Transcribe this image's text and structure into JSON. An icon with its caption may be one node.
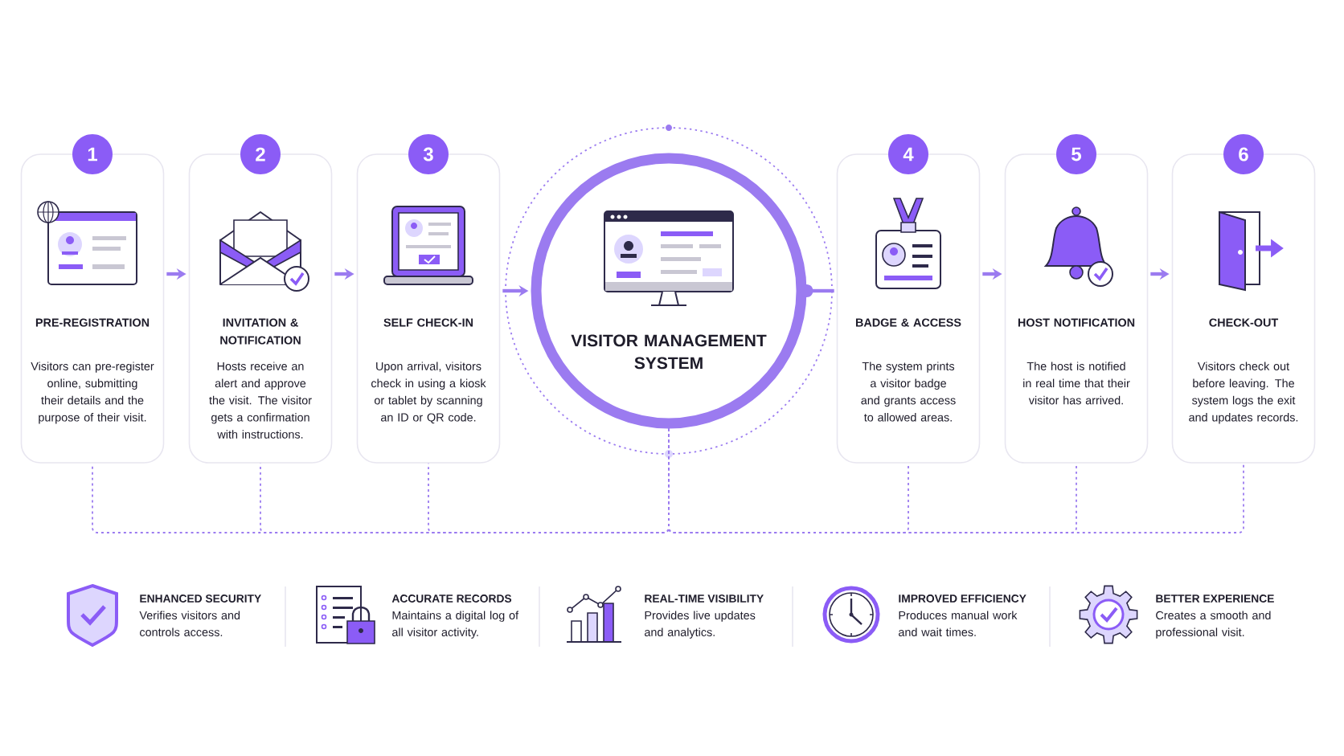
{
  "diagram": {
    "nodes": [
      {
        "text": [
          "1",
          "PRE-REGISTRATION",
          "Visitors can pre-register online, submitting their details and the purpose of their visit."
        ]
      },
      {
        "text": [
          "2",
          "INVITATION & NOTIFICATION",
          "Hosts receive an alert and approve the visit. The visitor gets a confirmation with instructions."
        ]
      },
      {
        "text": [
          "3",
          "SELF CHECK-IN",
          "Upon arrival, visitors check in using a kiosk or tablet by scanning an ID or QR code."
        ]
      },
      {
        "text": [
          "VISITOR MANAGEMENT SYSTEM"
        ]
      },
      {
        "text": [
          "4",
          "BADGE & ACCESS",
          "The system prints a visitor badge and grants access to allowed areas."
        ]
      },
      {
        "text": [
          "5",
          "HOST NOTIFICATION",
          "The host is notified in real time that their visitor has arrived."
        ]
      },
      {
        "text": [
          "6",
          "CHECK-OUT",
          "Visitors check out before leaving. The system logs the exit and updates records."
        ]
      }
    ],
    "edges": [
      {
        "from": 0,
        "to": 1,
        "arrow": "to",
        "style": "thick"
      },
      {
        "from": 1,
        "to": 2,
        "arrow": "to",
        "style": "thick"
      },
      {
        "from": 2,
        "to": 3,
        "arrow": "to",
        "style": "thick"
      },
      {
        "from": 3,
        "to": 4,
        "arrow": "other",
        "style": "thick"
      },
      {
        "from": 4,
        "to": 5,
        "arrow": "to",
        "style": "thick"
      },
      {
        "from": 5,
        "to": 6,
        "arrow": "to",
        "style": "thick"
      },
      {
        "from": 3,
        "to": 0,
        "arrow": "none",
        "style": "dashed"
      },
      {
        "from": 3,
        "to": 1,
        "arrow": "none",
        "style": "dashed"
      },
      {
        "from": 3,
        "to": 2,
        "arrow": "none",
        "style": "dashed"
      },
      {
        "from": 3,
        "to": 4,
        "arrow": "none",
        "style": "dashed"
      },
      {
        "from": 3,
        "to": 5,
        "arrow": "none",
        "style": "dashed"
      },
      {
        "from": 3,
        "to": 6,
        "arrow": "none",
        "style": "dashed"
      }
    ],
    "labels": [
      "ENHANCED SECURITY",
      "Verifies visitors and controls access.",
      "ACCURATE RECORDS",
      "Maintains a digital log of all visitor activity.",
      "REAL-TIME VISIBILITY",
      "Provides live updates and analytics.",
      "IMPROVED EFFICIENCY",
      "Produces manual work and wait times.",
      "BETTER EXPERIENCE",
      "Creates a smooth and professional visit."
    ]
  }
}
